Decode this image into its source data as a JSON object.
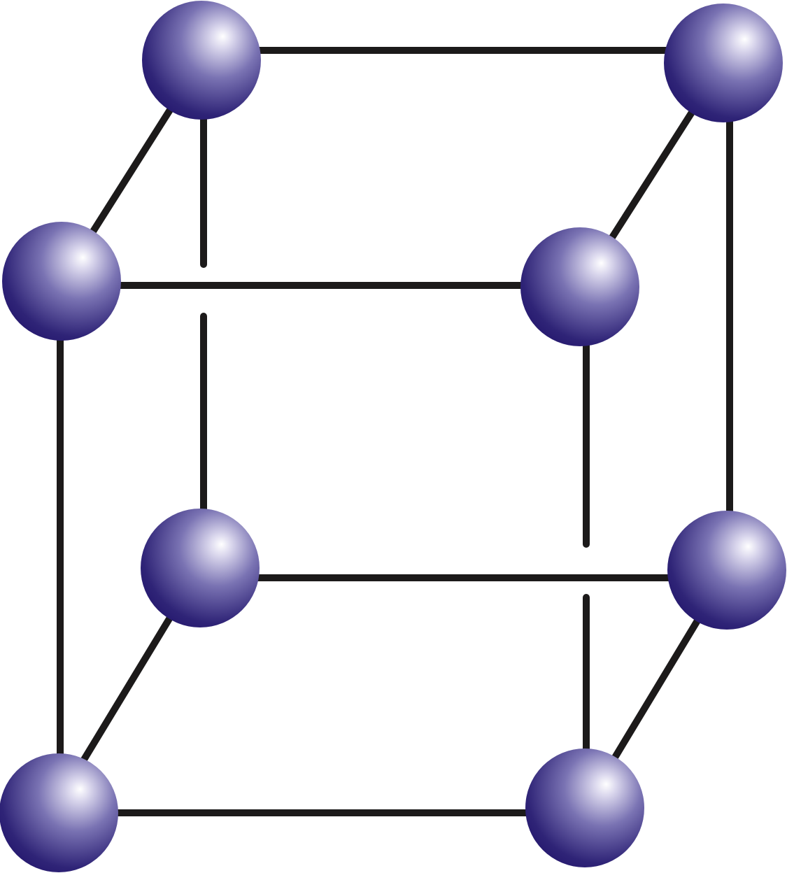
{
  "diagram": {
    "kind": "unit-cell",
    "atom_color": "#25186e",
    "atom_highlight_color": "#ffffff",
    "atom_mid_color": "#7a73b3",
    "edge_color": "#1c1a1a",
    "background": "#ffffff",
    "atoms": [
      {
        "id": "back-top-left"
      },
      {
        "id": "back-top-right"
      },
      {
        "id": "front-top-left"
      },
      {
        "id": "front-top-right"
      },
      {
        "id": "back-bottom-left"
      },
      {
        "id": "back-bottom-right"
      },
      {
        "id": "front-bottom-left"
      },
      {
        "id": "front-bottom-right"
      }
    ]
  }
}
